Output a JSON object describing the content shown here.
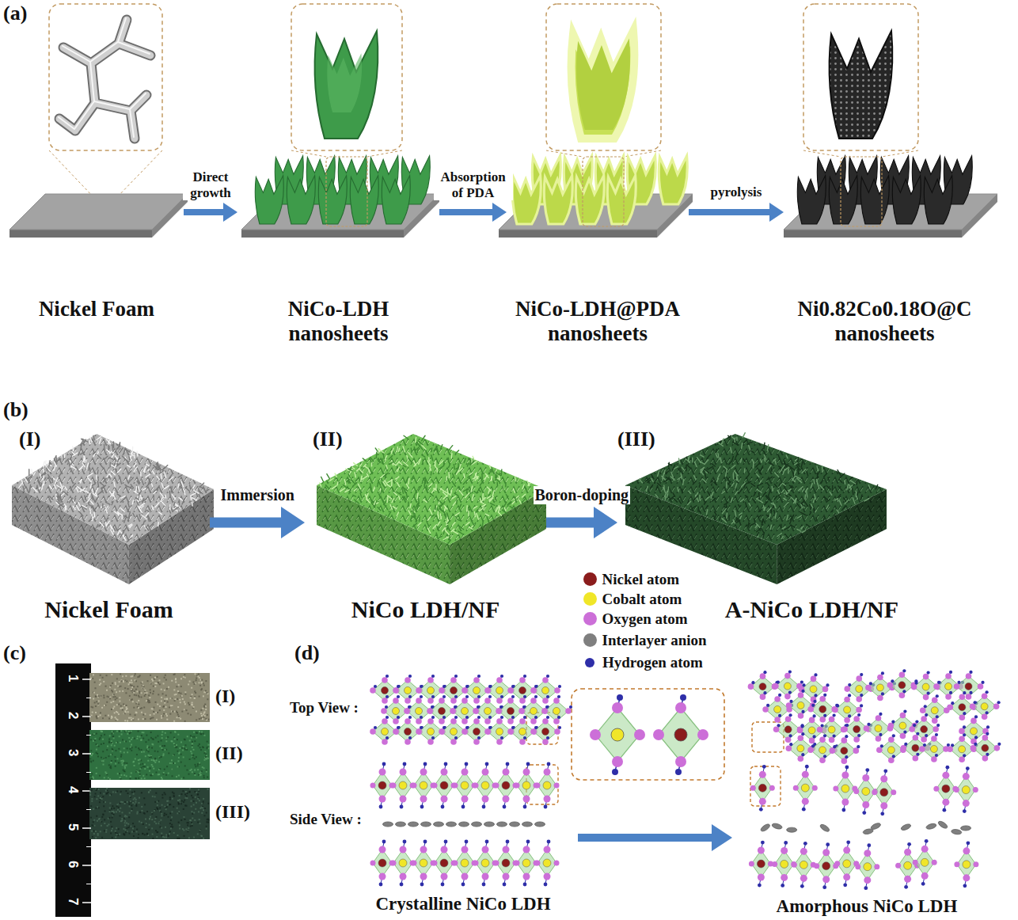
{
  "diagram": {
    "nodes": [
      {
        "text": [
          "Nickel Foam"
        ]
      },
      {
        "text": [
          "NiCo-LDH nanosheets"
        ]
      },
      {
        "text": [
          "NiCo-LDH@PDA nanosheets"
        ]
      },
      {
        "text": [
          "Ni0.82Co0.18O@C nanosheets"
        ]
      },
      {
        "text": [
          "(I)",
          "Nickel Foam"
        ]
      },
      {
        "text": [
          "(II)",
          "NiCo LDH/NF"
        ]
      },
      {
        "text": [
          "(III)",
          "A-NiCo LDH/NF"
        ]
      },
      {
        "text": [
          "Crystalline NiCo LDH"
        ]
      },
      {
        "text": [
          "Amorphous NiCo LDH"
        ]
      }
    ],
    "edges": [
      {
        "from": 0,
        "to": 1,
        "arrow": "to",
        "label": "Direct growth"
      },
      {
        "from": 1,
        "to": 2,
        "arrow": "to",
        "label": "Absorption of PDA"
      },
      {
        "from": 2,
        "to": 3,
        "arrow": "to",
        "label": "pyrolysis"
      },
      {
        "from": 4,
        "to": 5,
        "arrow": "to",
        "label": "Immersion"
      },
      {
        "from": 5,
        "to": 6,
        "arrow": "to",
        "label": "Boron-doping"
      },
      {
        "from": 7,
        "to": 8,
        "arrow": "to"
      }
    ],
    "labels": [
      "(a)",
      "(b)",
      "(c)",
      "1",
      "2",
      "3",
      "4",
      "5",
      "6",
      "7",
      "(I)",
      "(II)",
      "(III)",
      "(d)",
      "Top View :",
      "Side View :"
    ],
    "legend": [
      {
        "text": "Nickel atom",
        "color": "#8b1c1c"
      },
      {
        "text": "Cobalt atom",
        "color": "#f0e628"
      },
      {
        "text": "Oxygen atom",
        "color": "#cc6fd8"
      },
      {
        "text": "Interlayer anion",
        "color": "#7f7f7f"
      },
      {
        "text": "Hydrogen atom",
        "color": "#2e2ea8"
      }
    ]
  }
}
